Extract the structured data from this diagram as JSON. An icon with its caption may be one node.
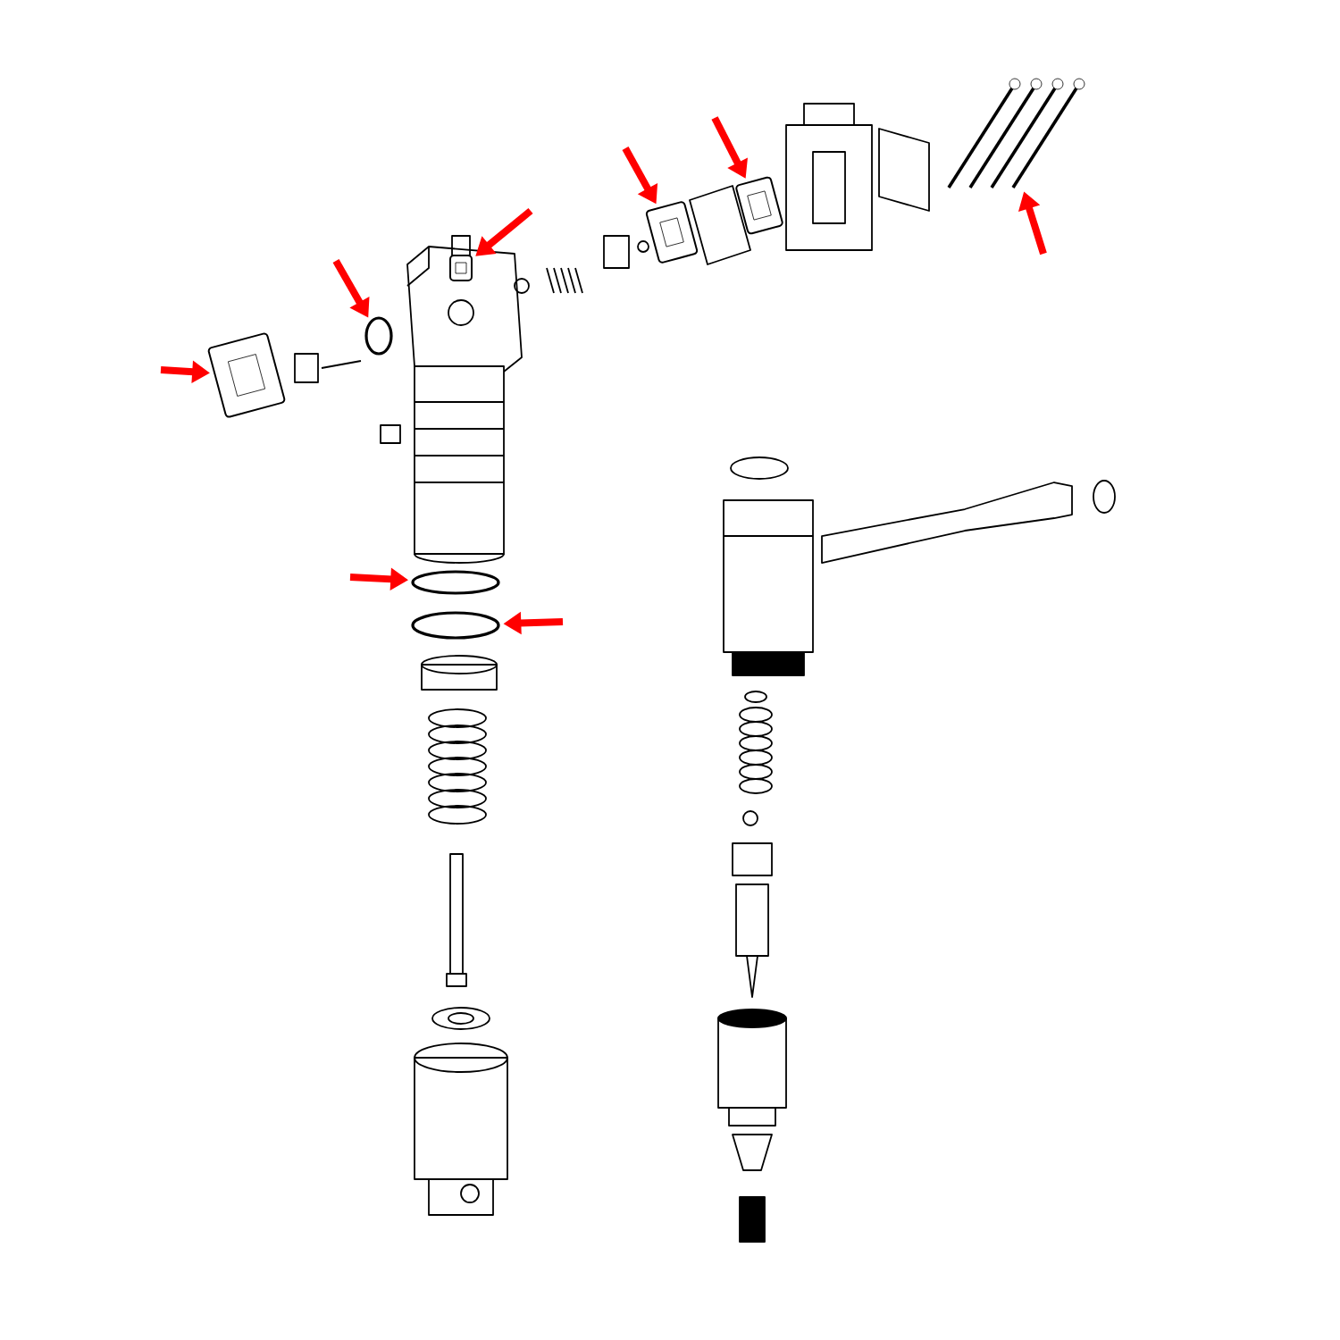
{
  "diagram": {
    "nodes": [
      {
        "text": [],
        "shape": "box"
      },
      {
        "text": [],
        "shape": "circle"
      },
      {
        "text": [],
        "shape": "box"
      },
      {
        "text": [],
        "shape": "box"
      },
      {
        "text": [],
        "shape": "box"
      },
      {
        "text": [],
        "shape": "picture"
      },
      {
        "text": [],
        "shape": "circle"
      },
      {
        "text": [],
        "shape": "circle"
      }
    ],
    "edges": [
      {
        "from": null,
        "to": 0,
        "arrow": "to"
      },
      {
        "from": null,
        "to": 1,
        "arrow": "to"
      },
      {
        "from": null,
        "to": 2,
        "arrow": "to"
      },
      {
        "from": null,
        "to": 3,
        "arrow": "to"
      },
      {
        "from": null,
        "to": 4,
        "arrow": "to"
      },
      {
        "from": null,
        "to": 5,
        "arrow": "to"
      },
      {
        "from": null,
        "to": 6,
        "arrow": "to"
      },
      {
        "from": null,
        "to": 7,
        "arrow": "to"
      }
    ]
  }
}
